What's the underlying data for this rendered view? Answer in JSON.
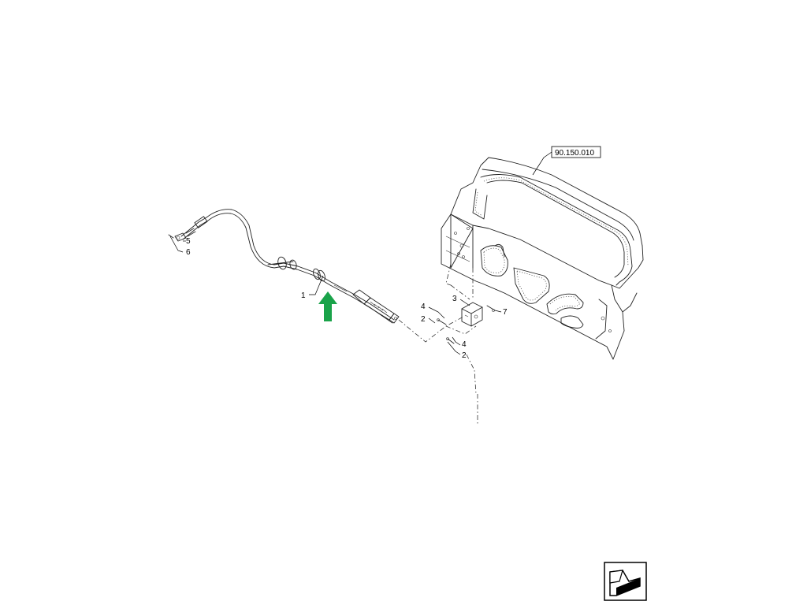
{
  "reference_box": {
    "label": "90.150.010"
  },
  "callouts": {
    "c1": "1",
    "c2a": "2",
    "c2b": "2",
    "c3": "3",
    "c4a": "4",
    "c4b": "4",
    "c5": "5",
    "c6": "6",
    "c7": "7"
  },
  "colors": {
    "arrow": "#1aa34a",
    "line": "#222222"
  },
  "icons": {
    "direction_arrow": "green-up-arrow-icon",
    "nav_corner": "previous-page-arrow-icon"
  }
}
